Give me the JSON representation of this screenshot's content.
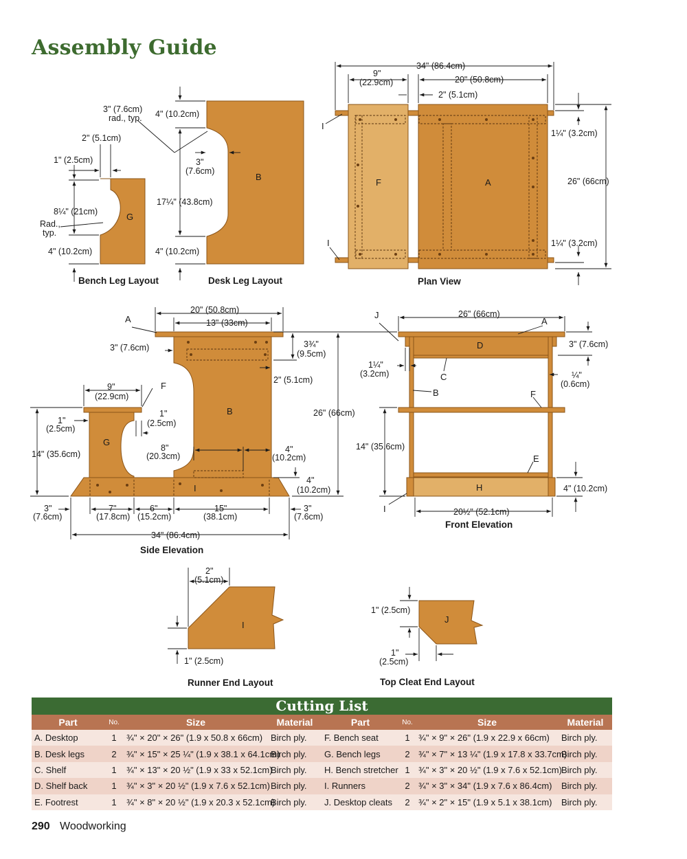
{
  "title": "Assembly Guide",
  "colors": {
    "title_green": "#3d6b2f",
    "board": "#d08c3a",
    "board_light": "#e2b068",
    "table_header": "#b87452"
  },
  "bench_leg": {
    "caption": "Bench Leg Layout",
    "part": "G",
    "dims": {
      "d1": "2\" (5.1cm)",
      "d2": "1\" (2.5cm)",
      "d3": "8¼\" (21cm)",
      "d4a": "Rad.,",
      "d4b": "typ.",
      "d5": "4\" (10.2cm)"
    }
  },
  "desk_leg": {
    "caption": "Desk Leg Layout",
    "part": "B",
    "dims": {
      "d1a": "3\" (7.6cm)",
      "d1b": "rad., typ.",
      "d2": "4\" (10.2cm)",
      "d3a": "3\"",
      "d3b": "(7.6cm)",
      "d4": "17¼\" (43.8cm)",
      "d5": "4\" (10.2cm)"
    }
  },
  "plan_view": {
    "caption": "Plan View",
    "parts": {
      "a": "A",
      "f": "F",
      "i1": "I",
      "i2": "I"
    },
    "dims": {
      "d1": "34\" (86.4cm)",
      "d2a": "9\"",
      "d2b": "(22.9cm)",
      "d3": "20\" (50.8cm)",
      "d4": "2\" (5.1cm)",
      "d5": "1¼\" (3.2cm)",
      "d6": "26\" (66cm)",
      "d7": "1¼\" (3.2cm)"
    }
  },
  "side_elevation": {
    "caption": "Side Elevation",
    "parts": {
      "a": "A",
      "b": "B",
      "f": "F",
      "g": "G",
      "i": "I"
    },
    "dims": {
      "d1": "20\" (50.8cm)",
      "d2": "13\" (33cm)",
      "d3": "3\" (7.6cm)",
      "d4a": "3¾\"",
      "d4b": "(9.5cm)",
      "d5": "2\" (5.1cm)",
      "d6": "26\" (66cm)",
      "d7a": "9\"",
      "d7b": "(22.9cm)",
      "d8a": "1\"",
      "d8b": "(2.5cm)",
      "d9a": "1\"",
      "d9b": "(2.5cm)",
      "d10": "14\" (35.6cm)",
      "d11a": "8\"",
      "d11b": "(20.3cm)",
      "d12a": "4\"",
      "d12b": "(10.2cm)",
      "d13a": "4\"",
      "d13b": "(10.2cm)",
      "d14a": "3\"",
      "d14b": "(7.6cm)",
      "d15a": "7\"",
      "d15b": "(17.8cm)",
      "d16a": "6\"",
      "d16b": "(15.2cm)",
      "d17a": "15\"",
      "d17b": "(38.1cm)",
      "d18a": "3\"",
      "d18b": "(7.6cm)",
      "d19": "34\" (86.4cm)"
    }
  },
  "front_elevation": {
    "caption": "Front Elevation",
    "parts": {
      "j": "J",
      "a": "A",
      "d": "D",
      "c": "C",
      "b": "B",
      "f": "F",
      "e": "E",
      "h": "H",
      "i": "I"
    },
    "dims": {
      "d1": "26\" (66cm)",
      "d2": "3\" (7.6cm)",
      "d3a": "1¼\"",
      "d3b": "(3.2cm)",
      "d4a": "¼\"",
      "d4b": "(0.6cm)",
      "d5": "14\" (35.6cm)",
      "d6": "4\" (10.2cm)",
      "d7": "20½\" (52.1cm)"
    }
  },
  "runner_end": {
    "caption": "Runner End Layout",
    "part": "I",
    "dims": {
      "d1a": "2\"",
      "d1b": "(5.1cm)",
      "d2": "1\" (2.5cm)"
    }
  },
  "top_cleat": {
    "caption": "Top Cleat End Layout",
    "part": "J",
    "dims": {
      "d1": "1\" (2.5cm)",
      "d2a": "1\"",
      "d2b": "(2.5cm)"
    }
  },
  "cutting_list": {
    "title": "Cutting List",
    "headers": {
      "part": "Part",
      "no": "No.",
      "size": "Size",
      "material": "Material"
    },
    "rows": [
      {
        "left": {
          "part": "A.  Desktop",
          "no": "1",
          "size": "¾\" × 20\" × 26\" (1.9 x 50.8 x 66cm)",
          "material": "Birch ply."
        },
        "right": {
          "part": "F.  Bench seat",
          "no": "1",
          "size": "¾\" × 9\" × 26\" (1.9 x 22.9 x 66cm)",
          "material": "Birch ply."
        }
      },
      {
        "left": {
          "part": "B.  Desk legs",
          "no": "2",
          "size": "¾\" × 15\" × 25 ¼\" (1.9 x 38.1 x 64.1cm)",
          "material": "Birch ply."
        },
        "right": {
          "part": "G.  Bench legs",
          "no": "2",
          "size": "¾\" × 7\" × 13 ¼\" (1.9 x 17.8 x 33.7cm)",
          "material": "Birch ply."
        }
      },
      {
        "left": {
          "part": "C.  Shelf",
          "no": "1",
          "size": "¾\" × 13\" × 20 ½\" (1.9 x 33 x 52.1cm)",
          "material": "Birch ply."
        },
        "right": {
          "part": "H.  Bench stretcher",
          "no": "1",
          "size": "¾\" × 3\" × 20 ½\" (1.9 x 7.6 x 52.1cm)",
          "material": "Birch ply."
        }
      },
      {
        "left": {
          "part": "D.  Shelf back",
          "no": "1",
          "size": "¾\" × 3\" × 20 ½\" (1.9 x 7.6 x 52.1cm)",
          "material": "Birch ply."
        },
        "right": {
          "part": "I.   Runners",
          "no": "2",
          "size": "¾\" × 3\" × 34\" (1.9 x 7.6 x 86.4cm)",
          "material": "Birch ply."
        }
      },
      {
        "left": {
          "part": "E.  Footrest",
          "no": "1",
          "size": "¾\" × 8\" × 20 ½\" (1.9 x 20.3 x 52.1cm)",
          "material": "Birch ply."
        },
        "right": {
          "part": "J.  Desktop cleats",
          "no": "2",
          "size": "¾\" × 2\" × 15\" (1.9 x 5.1 x 38.1cm)",
          "material": "Birch ply."
        }
      }
    ]
  },
  "footer": {
    "page_number": "290",
    "section": "Woodworking"
  }
}
